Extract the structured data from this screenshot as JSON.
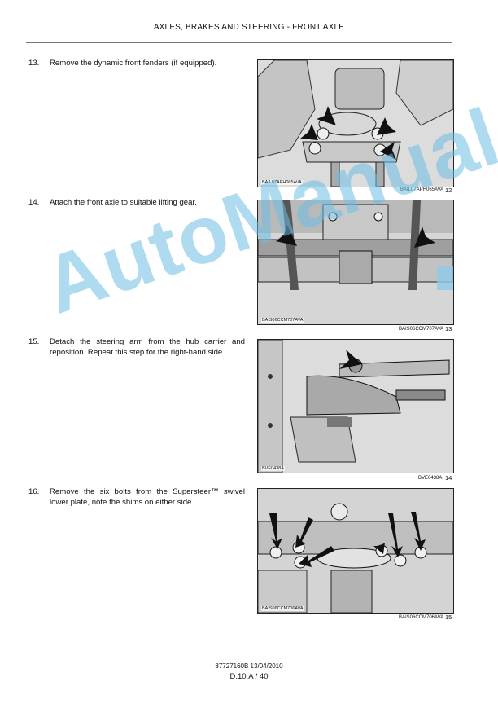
{
  "header": {
    "title": "AXLES, BRAKES AND STEERING - FRONT AXLE"
  },
  "steps": [
    {
      "number": "13.",
      "text": "Remove the dynamic front fenders (if equipped).",
      "figure_code": "BAIL07APH065AVA",
      "caption_code": "BAIL07APH065AVA",
      "figure_number": "12"
    },
    {
      "number": "14.",
      "text": "Attach the front axle to suitable lifting gear.",
      "figure_code": "BAIS06CCM707AVA",
      "caption_code": "BAIS06CCM707AVA",
      "figure_number": "13"
    },
    {
      "number": "15.",
      "text": "Detach the steering arm from the hub carrier and reposition. Repeat this step for the right-hand side.",
      "figure_code": "BVE0438A",
      "caption_code": "BVE0438A",
      "figure_number": "14"
    },
    {
      "number": "16.",
      "text": "Remove the six bolts from the Supersteer™ swivel lower plate, note the shims on either side.",
      "figure_code": "BAIS06CCM706AVA",
      "caption_code": "BAIS06CCM706AVA",
      "figure_number": "15"
    }
  ],
  "watermark": "AutoManual",
  "footer": {
    "doc_ref": "87727160B 13/04/2010",
    "page": "D.10.A / 40"
  }
}
